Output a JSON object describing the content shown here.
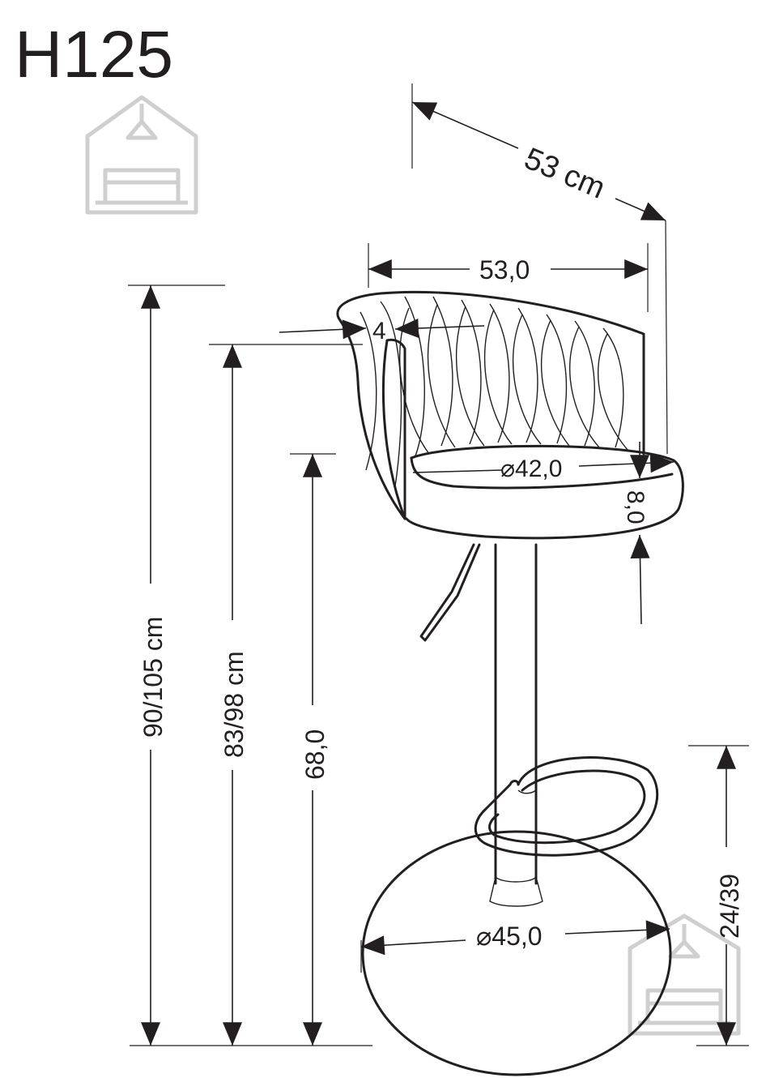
{
  "title": "H125",
  "dimensions": {
    "depth_top": "53 cm",
    "width": "53,0",
    "backrest_thickness": "4",
    "seat_diameter": "⌀42,0",
    "seat_thickness": "8,0",
    "total_height": "90/105 cm",
    "backrest_height": "83/98 cm",
    "seat_height": "68,0",
    "footrest_height": "24/39",
    "base_diameter": "⌀45,0"
  },
  "icons": {
    "top_logo": "home-furniture-logo-icon",
    "bottom_logo": "home-furniture-watermark-icon"
  },
  "colors": {
    "line": "#231f20",
    "logo": "#cfcfcf"
  }
}
